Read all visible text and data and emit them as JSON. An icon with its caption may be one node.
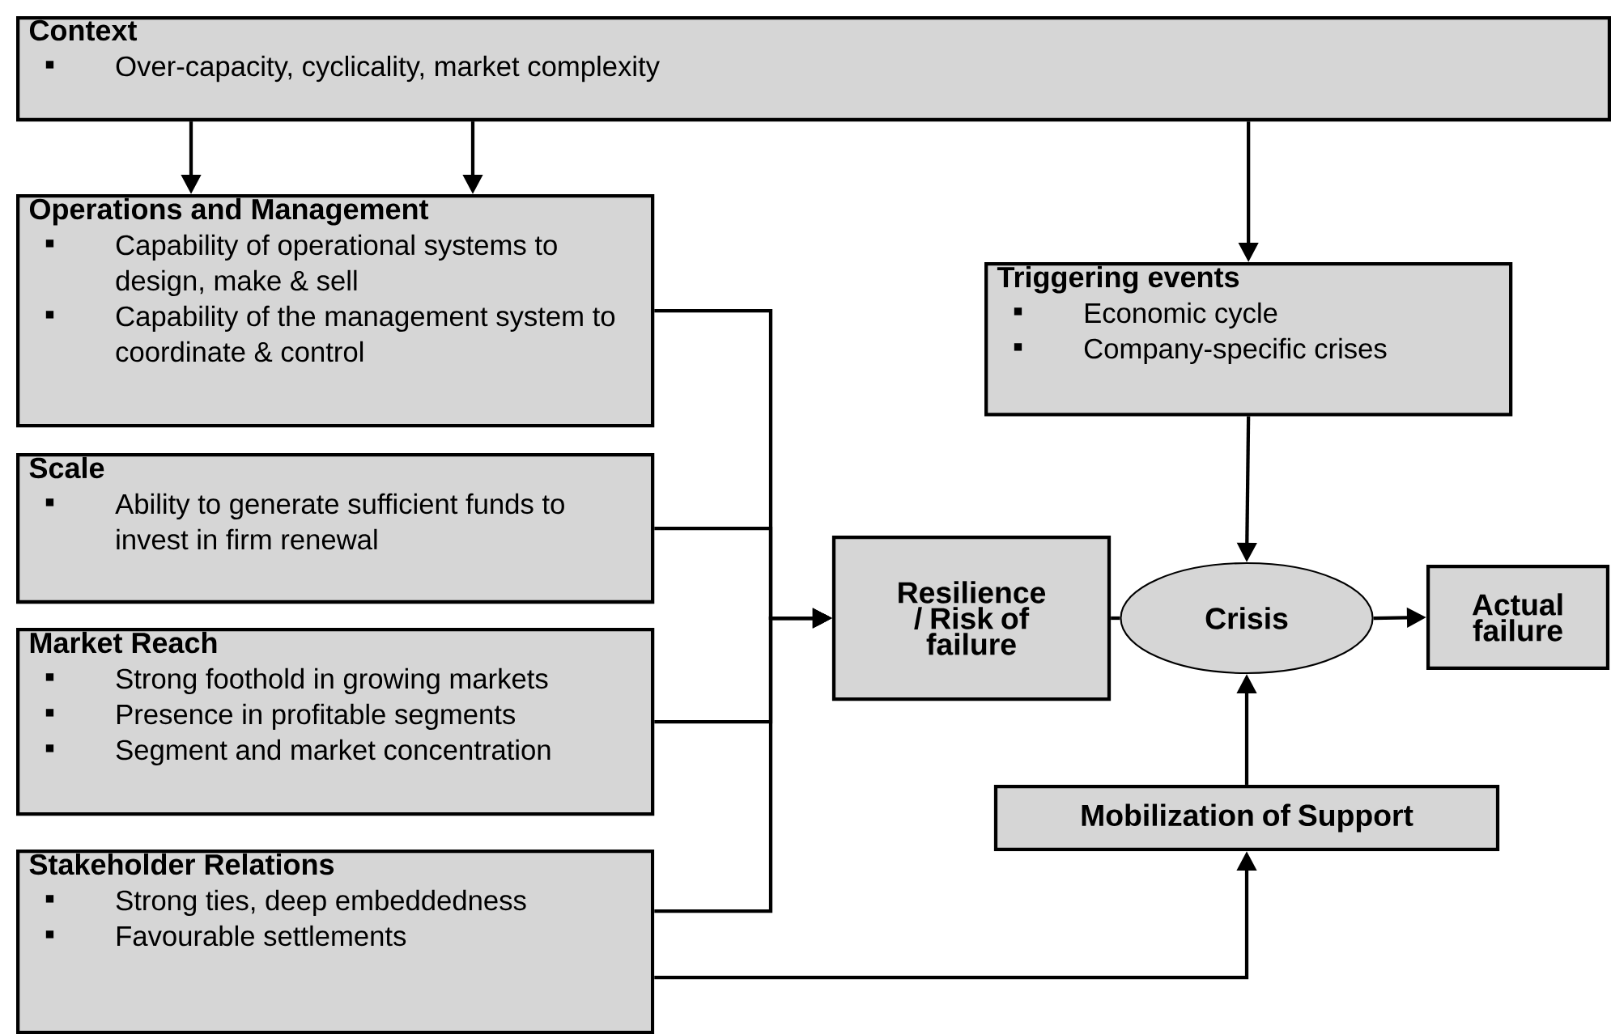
{
  "diagram": {
    "nodes": [
      {
        "text": [
          "Context",
          "Over-capacity, cyclicality, market complexity"
        ]
      },
      {
        "text": [
          "Operations and Management",
          "Capability of operational systems to design, make & sell",
          "Capability of the management system to coordinate & control"
        ]
      },
      {
        "text": [
          "Scale",
          "Ability to generate sufficient funds to invest in firm renewal"
        ]
      },
      {
        "text": [
          "Market Reach",
          "Strong foothold in growing markets",
          "Presence in profitable segments",
          "Segment and market concentration"
        ]
      },
      {
        "text": [
          "Stakeholder Relations",
          "Strong ties, deep embeddedness",
          "Favourable settlements"
        ]
      },
      {
        "text": [
          "Triggering events",
          "Economic cycle",
          "Company-specific crises"
        ]
      },
      {
        "text": [
          "Resilience / Risk of failure"
        ]
      },
      {
        "text": [
          "Crisis"
        ]
      },
      {
        "text": [
          "Actual failure"
        ]
      },
      {
        "text": [
          "Mobilization of Support"
        ]
      }
    ],
    "edges": [
      {
        "from": 0,
        "to": 1,
        "arrow": "to"
      },
      {
        "from": 0,
        "to": 1,
        "arrow": "to"
      },
      {
        "from": 0,
        "to": 5,
        "arrow": "to"
      },
      {
        "from": 1,
        "to": 6,
        "arrow": "to"
      },
      {
        "from": 2,
        "to": 6,
        "arrow": "to"
      },
      {
        "from": 3,
        "to": 6,
        "arrow": "to"
      },
      {
        "from": 4,
        "to": 6,
        "arrow": "to"
      },
      {
        "from": 4,
        "to": 9,
        "arrow": "to"
      },
      {
        "from": 6,
        "to": 7,
        "arrow": "none"
      },
      {
        "from": 5,
        "to": 7,
        "arrow": "to"
      },
      {
        "from": 9,
        "to": 7,
        "arrow": "to"
      },
      {
        "from": 7,
        "to": 8,
        "arrow": "to"
      }
    ]
  }
}
